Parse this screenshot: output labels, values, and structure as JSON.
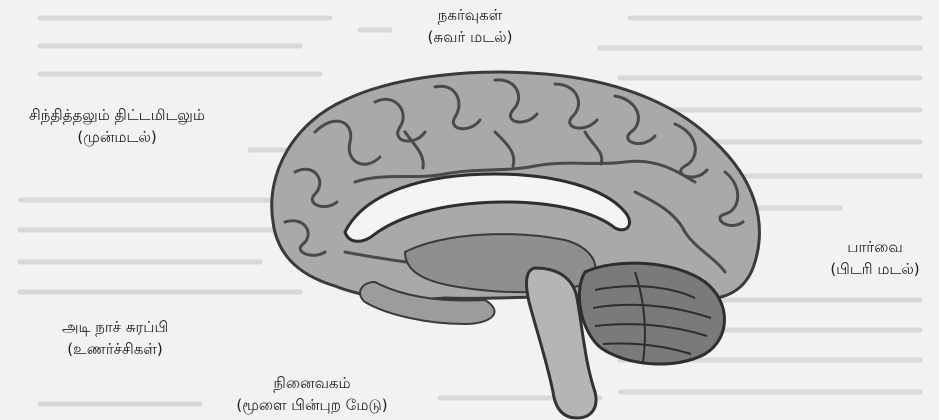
{
  "labels": {
    "parietal": {
      "name": "நகர்வுகள்",
      "region": "(சுவர் மடல்)"
    },
    "frontal": {
      "name": "சிந்தித்தலும் திட்டமிடலும்",
      "region": "(முன்மடல்)"
    },
    "occipital": {
      "name": "பார்வை",
      "region": "(பிடரி மடல்)"
    },
    "limbic": {
      "name": "அடி நாச் சுரப்பி",
      "region": "(உணர்ச்சிகள்)"
    },
    "memory": {
      "name": "நினைவகம்",
      "region": "(மூளை பின்புற மேடு)"
    }
  },
  "colors": {
    "paper": "#f2f2f0",
    "brain_fill": "#a9a9a9",
    "brain_dark": "#4a4a4a",
    "callosum": "#f4f4f4"
  }
}
